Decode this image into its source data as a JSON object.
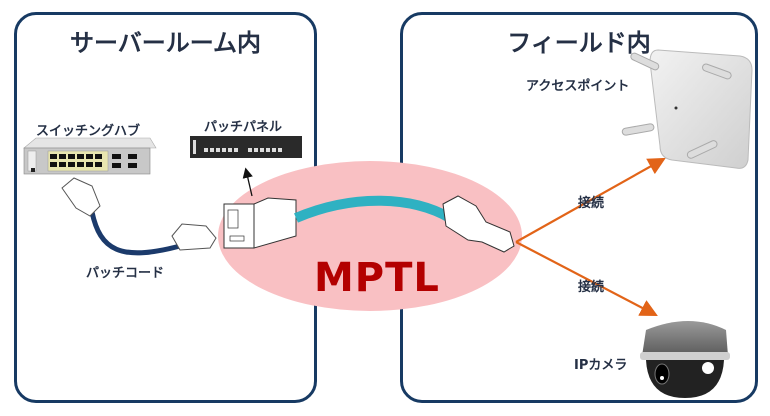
{
  "diagram": {
    "left_panel": {
      "title": "サーバールーム内"
    },
    "right_panel": {
      "title": "フィールド内"
    },
    "devices": {
      "switching_hub": "スイッチングハブ",
      "patch_panel": "パッチパネル",
      "patch_cord": "パッチコード",
      "access_point": "アクセスポイント",
      "ip_camera": "IPカメラ"
    },
    "connections": [
      {
        "label": "接続",
        "to": "アクセスポイント"
      },
      {
        "label": "接続",
        "to": "IPカメラ"
      }
    ],
    "center_label": "MPTL",
    "colors": {
      "panel_border": "#173a63",
      "ellipse_fill": "#f9c0c3",
      "mptl_text": "#b30000",
      "cable_teal": "#2fb1c2",
      "patch_cord": "#1b3a6b",
      "arrow_orange": "#e26418"
    }
  }
}
